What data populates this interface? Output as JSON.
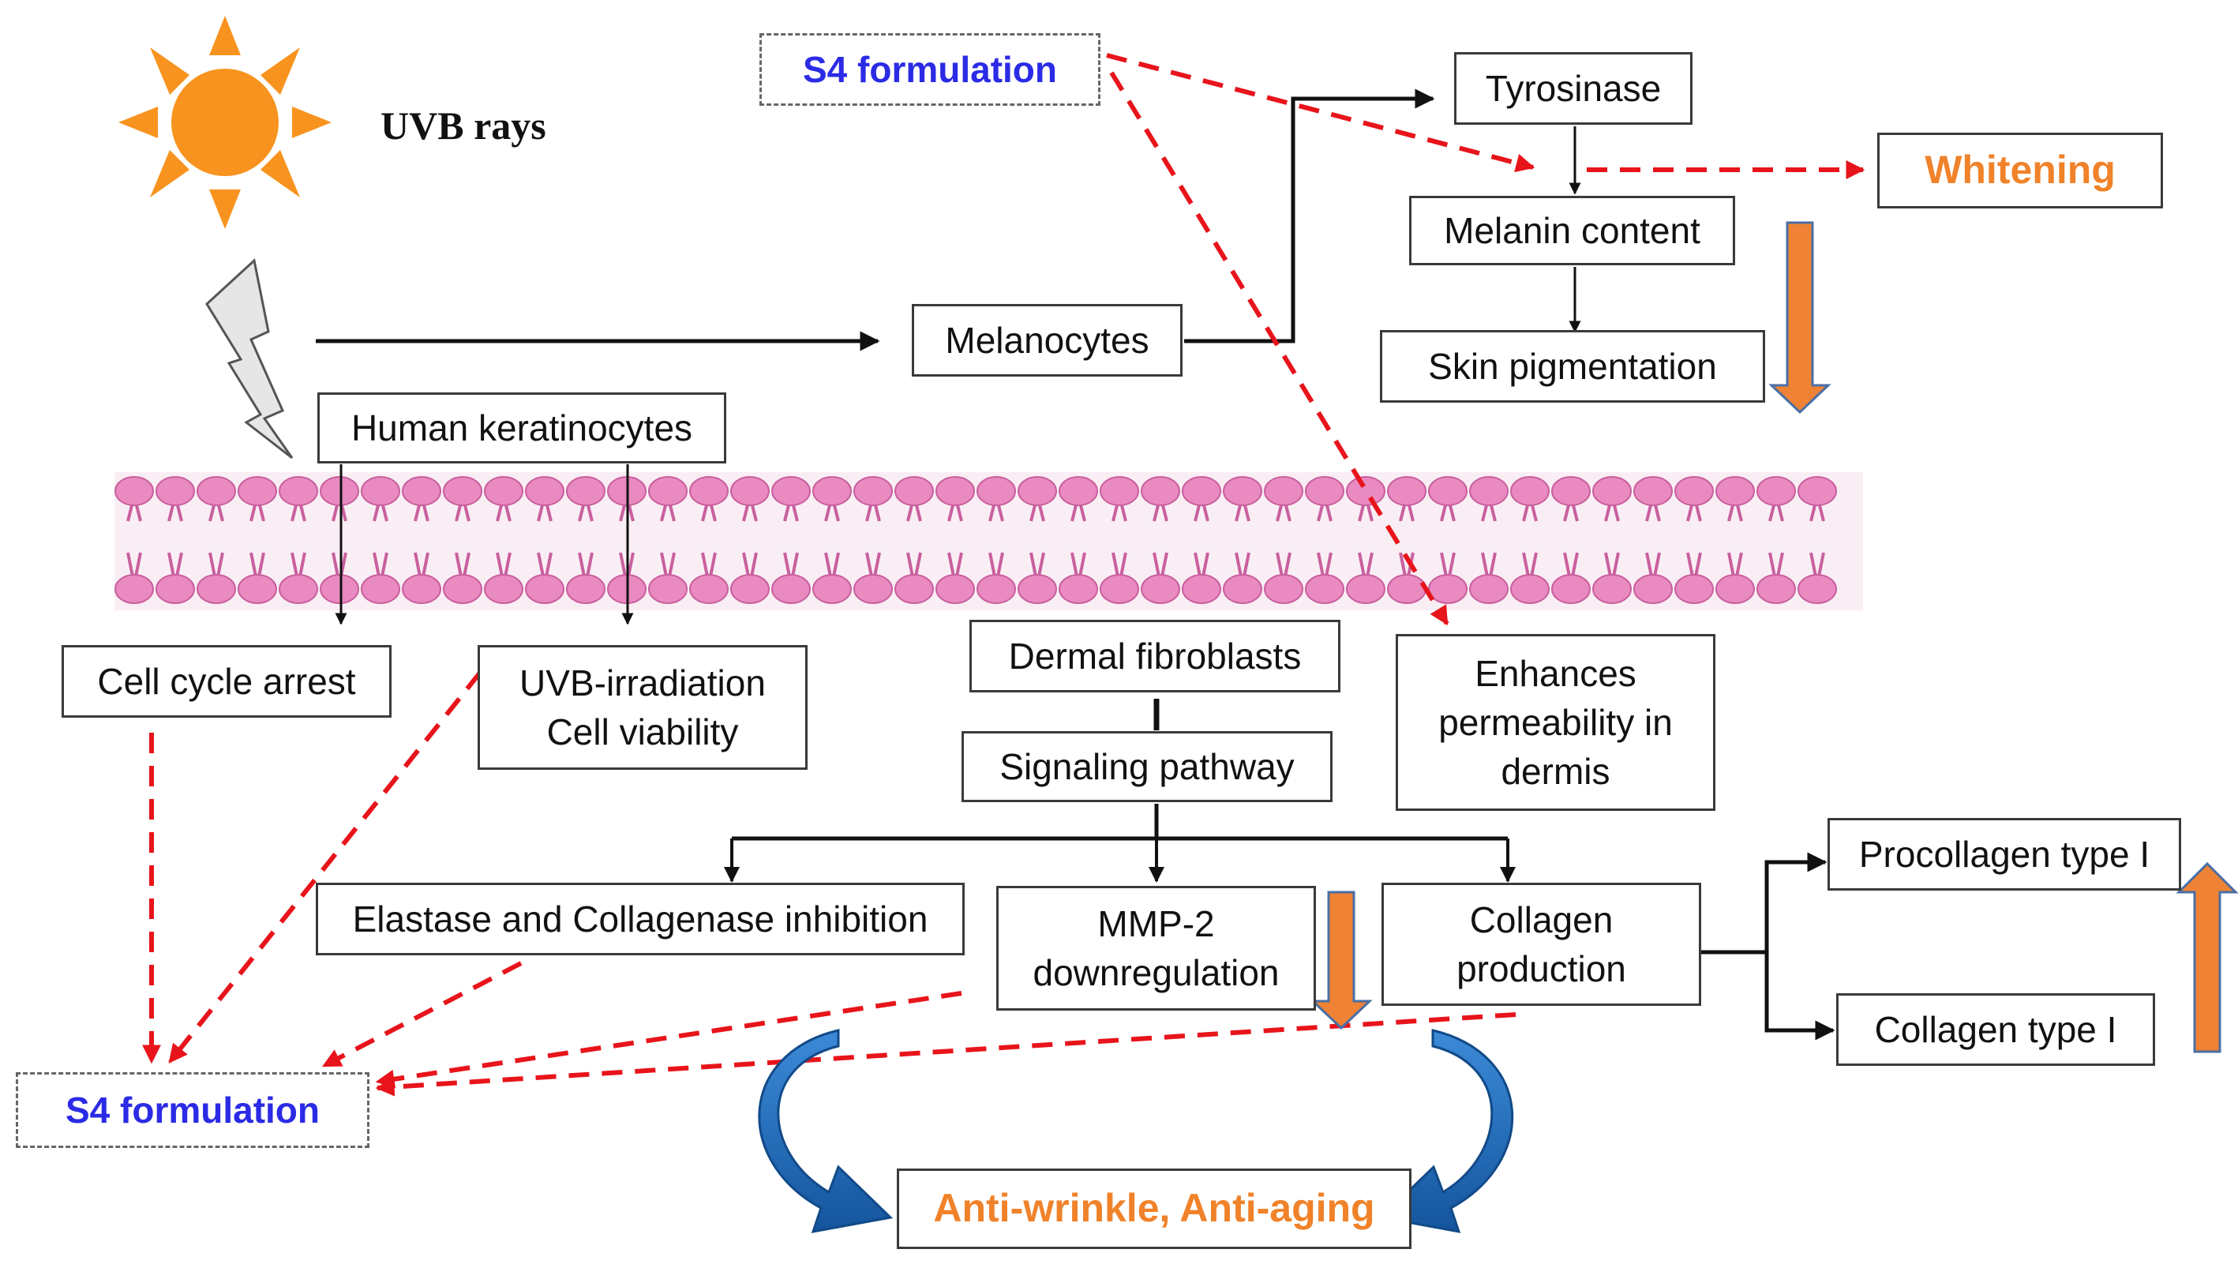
{
  "labels": {
    "uvb_rays": "UVB rays",
    "s4_formulation_top": "S4 formulation",
    "s4_formulation_bottom": "S4 formulation",
    "tyrosinase": "Tyrosinase",
    "whitening": "Whitening",
    "melanin_content": "Melanin content",
    "skin_pigmentation": "Skin pigmentation",
    "melanocytes": "Melanocytes",
    "human_keratinocytes": "Human keratinocytes",
    "cell_cycle_arrest": "Cell cycle arrest",
    "uvb_irradiation": "UVB-irradiation\nCell viability",
    "dermal_fibroblasts": "Dermal fibroblasts",
    "signaling_pathway": "Signaling pathway",
    "enhances_permeability": "Enhances\npermeability in\ndermis",
    "elastase_collagenase": "Elastase and Collagenase inhibition",
    "mmp2": "MMP-2\ndownregulation",
    "collagen_production": "Collagen\nproduction",
    "procollagen": "Procollagen type I",
    "collagen_type": "Collagen type I",
    "anti_aging": "Anti-wrinkle, Anti-aging"
  },
  "colors": {
    "sun": "#f7931e",
    "membrane": "#e98ac0",
    "membrane_dark": "#c9609e",
    "dashed_arrow": "#e8141b",
    "indicator_arrow": "#ef8234",
    "curved_arrow": "#1f6fbf",
    "s4_text": "#2b2be6",
    "result_text": "#f0822a"
  },
  "icons": {
    "sun": "sun-icon",
    "lightning": "lightning-bolt-icon",
    "membrane": "cell-membrane-bilayer"
  }
}
